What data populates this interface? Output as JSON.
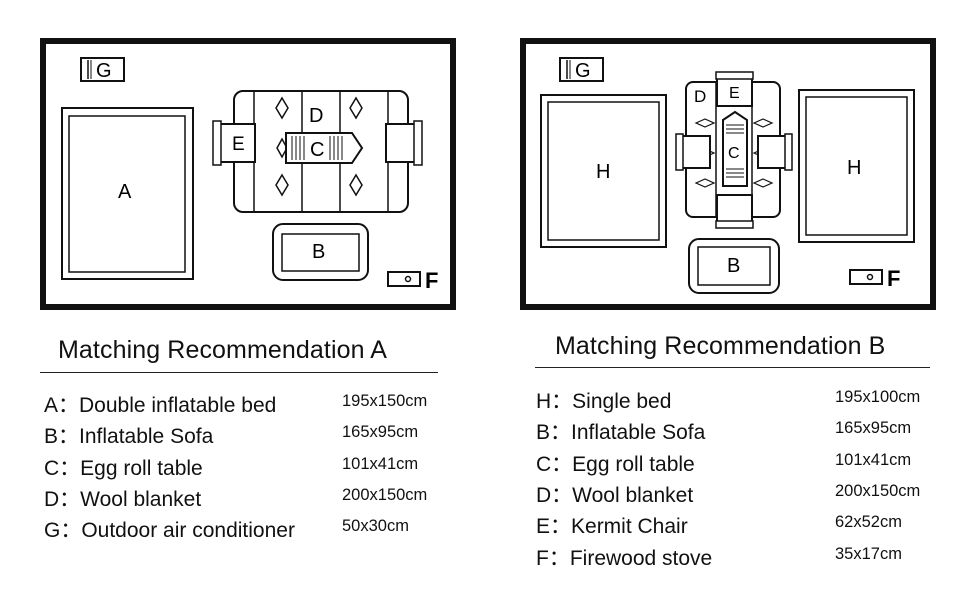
{
  "plan_a": {
    "heading": "Matching Recommendation A",
    "labels": {
      "A": "A",
      "B": "B",
      "C": "C",
      "D": "D",
      "E": "E",
      "F": "F",
      "G": "G"
    },
    "items": [
      {
        "label": "A：Double inflatable bed",
        "size": "195x150cm"
      },
      {
        "label": "B：Inflatable Sofa",
        "size": "165x95cm"
      },
      {
        "label": "C：Egg roll table",
        "size": "101x41cm"
      },
      {
        "label": "D：Wool blanket",
        "size": "200x150cm"
      },
      {
        "label": "G：Outdoor air conditioner",
        "size": "50x30cm"
      }
    ]
  },
  "plan_b": {
    "heading": "Matching Recommendation B",
    "labels": {
      "H": "H",
      "B": "B",
      "C": "C",
      "D": "D",
      "E": "E",
      "F": "F",
      "G": "G"
    },
    "items": [
      {
        "label": "H：Single bed",
        "size": "195x100cm"
      },
      {
        "label": "B：Inflatable Sofa",
        "size": "165x95cm"
      },
      {
        "label": "C：Egg roll table",
        "size": "101x41cm"
      },
      {
        "label": "D：Wool blanket",
        "size": "200x150cm"
      },
      {
        "label": "E：Kermit Chair",
        "size": "62x52cm"
      },
      {
        "label": "F：Firewood stove",
        "size": "35x17cm"
      }
    ]
  }
}
